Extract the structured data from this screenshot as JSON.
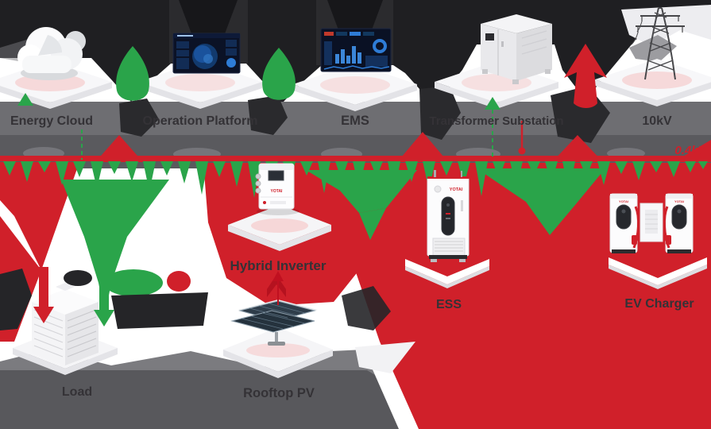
{
  "diagram": {
    "bus": {
      "voltage_label": "0.4kV"
    },
    "brand": "YOTAI",
    "top_row": [
      {
        "id": "energy-cloud",
        "label": "Energy Cloud"
      },
      {
        "id": "operation-platform",
        "label": "Operation Platform"
      },
      {
        "id": "ems",
        "label": "EMS"
      },
      {
        "id": "transformer-substation",
        "label": "Transformer Substation"
      },
      {
        "id": "grid-10kv",
        "label": "10kV"
      }
    ],
    "middle_row": [
      {
        "id": "hybrid-inverter",
        "label": "Hybrid Inverter"
      },
      {
        "id": "ess",
        "label": "ESS"
      },
      {
        "id": "ev-charger",
        "label": "EV Charger"
      }
    ],
    "bottom_row": [
      {
        "id": "load",
        "label": "Load"
      },
      {
        "id": "rooftop-pv",
        "label": "Rooftop PV"
      }
    ],
    "colors": {
      "power_red": "#d0202a",
      "signal_green": "#2aa44a"
    }
  }
}
